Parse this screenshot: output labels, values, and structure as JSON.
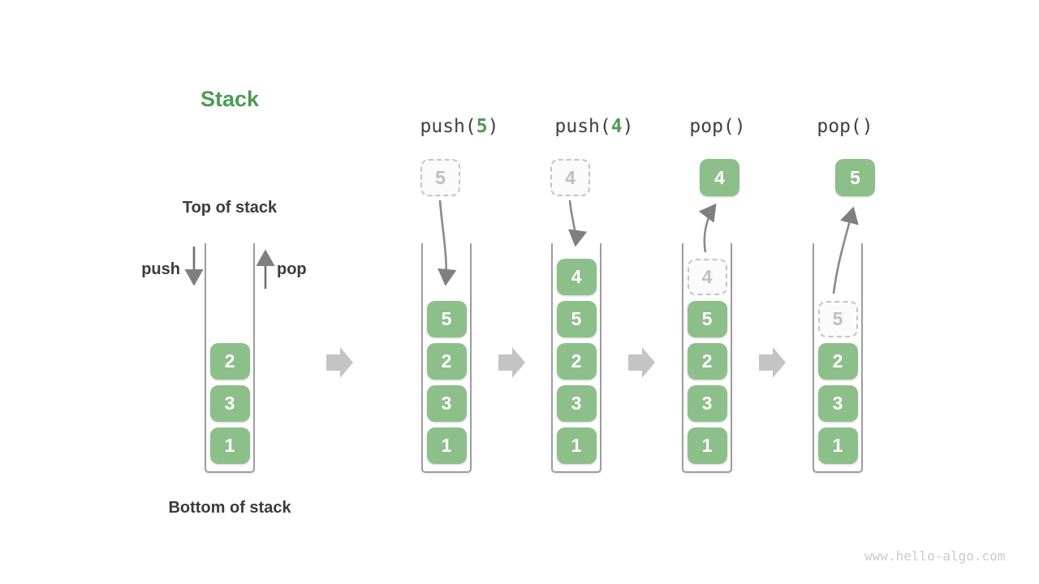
{
  "diagram": {
    "title": "Stack",
    "watermark": "www.hello-algo.com"
  },
  "legend": {
    "top_label": "Top of stack",
    "bottom_label": "Bottom of stack",
    "push_label": "push",
    "pop_label": "pop"
  },
  "operations": [
    {
      "prefix": "push(",
      "arg": "5",
      "suffix": ")"
    },
    {
      "prefix": "push(",
      "arg": "4",
      "suffix": ")"
    },
    {
      "prefix": "pop(",
      "arg": "",
      "suffix": ")"
    },
    {
      "prefix": "pop(",
      "arg": "",
      "suffix": ")"
    }
  ],
  "stacks": [
    {
      "name": "initial",
      "items": [
        {
          "value": "2",
          "style": "solid"
        },
        {
          "value": "3",
          "style": "solid"
        },
        {
          "value": "1",
          "style": "solid"
        }
      ]
    },
    {
      "name": "after-push-5",
      "floating": {
        "value": "5",
        "style": "dashed"
      },
      "items": [
        {
          "value": "5",
          "style": "solid"
        },
        {
          "value": "2",
          "style": "solid"
        },
        {
          "value": "3",
          "style": "solid"
        },
        {
          "value": "1",
          "style": "solid"
        }
      ]
    },
    {
      "name": "after-push-4",
      "floating": {
        "value": "4",
        "style": "dashed"
      },
      "items": [
        {
          "value": "4",
          "style": "solid"
        },
        {
          "value": "5",
          "style": "solid"
        },
        {
          "value": "2",
          "style": "solid"
        },
        {
          "value": "3",
          "style": "solid"
        },
        {
          "value": "1",
          "style": "solid"
        }
      ]
    },
    {
      "name": "after-pop-4",
      "floating": {
        "value": "4",
        "style": "solid"
      },
      "items": [
        {
          "value": "4",
          "style": "dashed"
        },
        {
          "value": "5",
          "style": "solid"
        },
        {
          "value": "2",
          "style": "solid"
        },
        {
          "value": "3",
          "style": "solid"
        },
        {
          "value": "1",
          "style": "solid"
        }
      ]
    },
    {
      "name": "after-pop-5",
      "floating": {
        "value": "5",
        "style": "solid"
      },
      "items": [
        {
          "value": "5",
          "style": "dashed"
        },
        {
          "value": "2",
          "style": "solid"
        },
        {
          "value": "3",
          "style": "solid"
        },
        {
          "value": "1",
          "style": "solid"
        }
      ]
    }
  ],
  "colors": {
    "box_green": "#8DBF8A",
    "accent_green": "#4C9B52",
    "text_dark": "#3D3D3D",
    "container_wall": "#9E9E9E",
    "arrow_gray": "#7F7F7F",
    "block_arrow_gray": "#C4C4C4",
    "dashed_border": "#C5C5C5",
    "dashed_text": "#BFBFBF",
    "watermark_gray": "#CBCBCB"
  }
}
